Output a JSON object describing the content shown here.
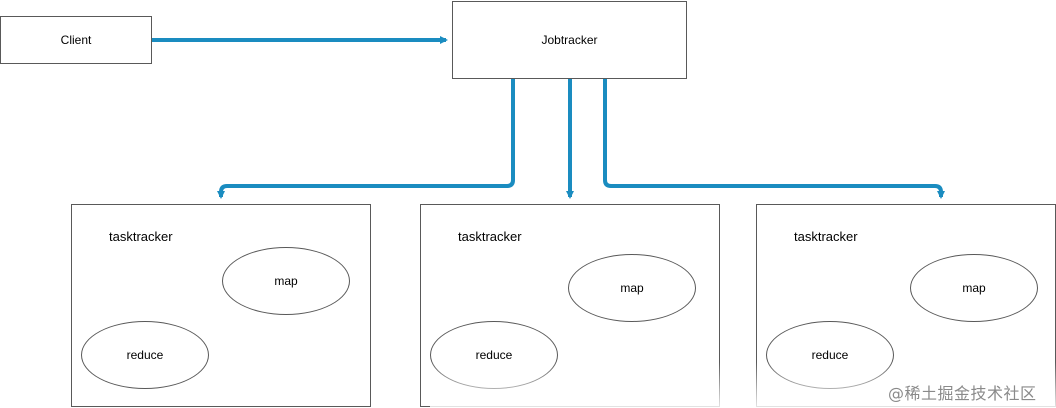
{
  "diagram": {
    "client": {
      "label": "Client"
    },
    "jobtracker": {
      "label": "Jobtracker"
    },
    "tasktrackers": [
      {
        "label": "tasktracker",
        "map": "map",
        "reduce": "reduce"
      },
      {
        "label": "tasktracker",
        "map": "map",
        "reduce": "reduce"
      },
      {
        "label": "tasktracker",
        "map": "map",
        "reduce": "reduce"
      }
    ],
    "connectors": [
      {
        "from": "Client",
        "to": "Jobtracker"
      },
      {
        "from": "Jobtracker",
        "to": "tasktracker-1"
      },
      {
        "from": "Jobtracker",
        "to": "tasktracker-2"
      },
      {
        "from": "Jobtracker",
        "to": "tasktracker-3"
      }
    ],
    "connector_color": "#1a8cc0",
    "border_color": "#595959"
  },
  "watermark": {
    "text": "@稀土掘金技术社区"
  }
}
